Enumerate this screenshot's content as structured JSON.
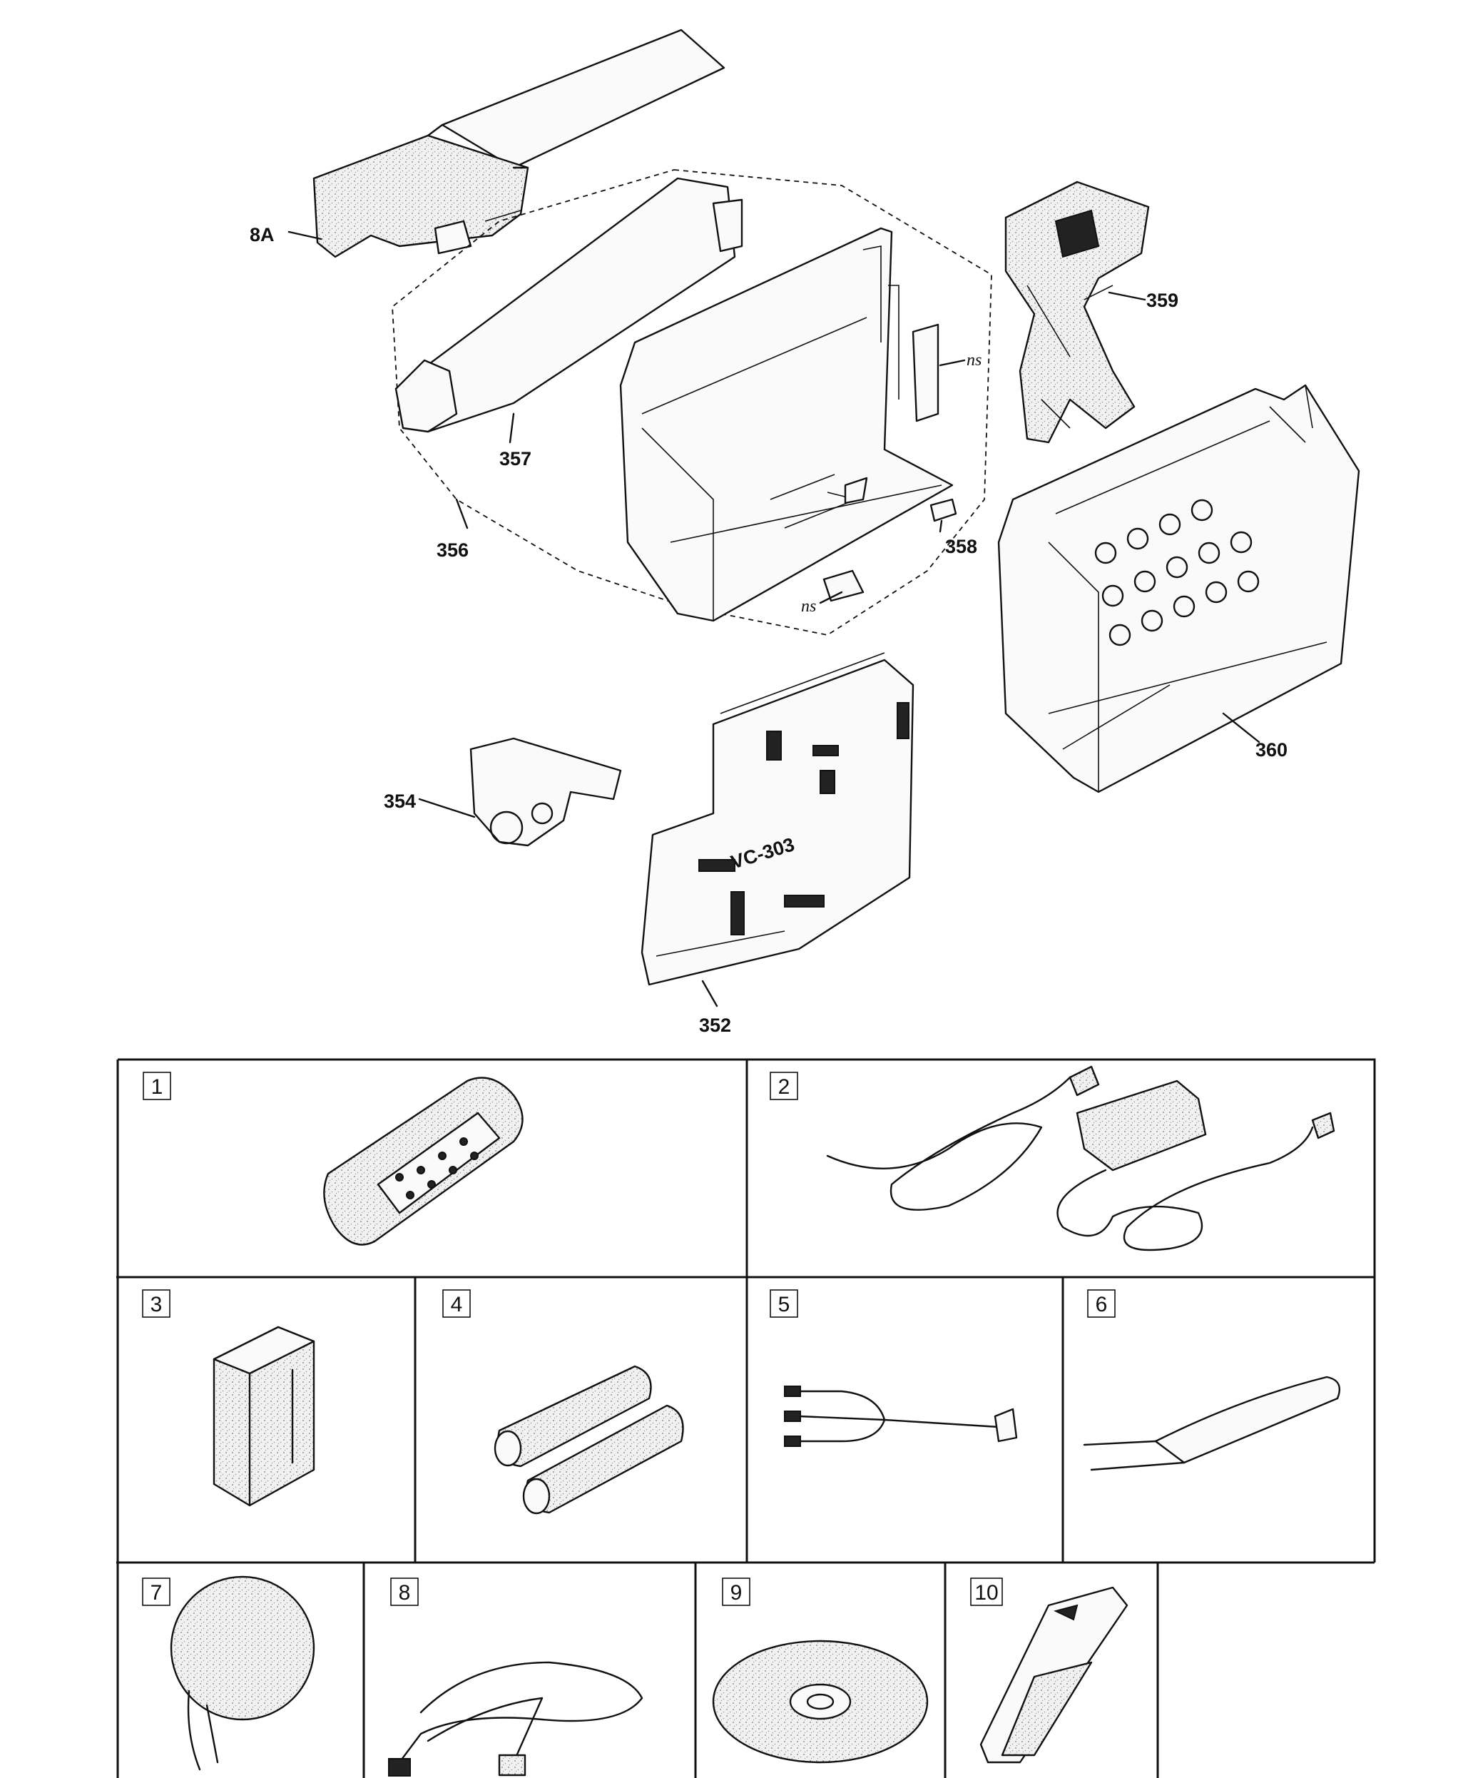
{
  "exploded_view": {
    "callouts": {
      "part_8a": "8A",
      "part_359": "359",
      "part_ns_upper": "ns",
      "part_357": "357",
      "part_356": "356",
      "part_358": "358",
      "part_ns_lower": "ns",
      "part_360": "360",
      "part_354": "354",
      "part_352": "352"
    },
    "board_label": "VC-303"
  },
  "accessories": {
    "items": [
      {
        "number": "1",
        "icon": "remote-control-icon"
      },
      {
        "number": "2",
        "icon": "ac-adaptor-icon"
      },
      {
        "number": "3",
        "icon": "battery-pack-icon"
      },
      {
        "number": "4",
        "icon": "aa-batteries-icon"
      },
      {
        "number": "5",
        "icon": "av-cable-icon"
      },
      {
        "number": "6",
        "icon": "shoulder-strap-icon"
      },
      {
        "number": "7",
        "icon": "lens-cap-icon"
      },
      {
        "number": "8",
        "icon": "usb-cable-icon"
      },
      {
        "number": "9",
        "icon": "cd-rom-icon"
      },
      {
        "number": "10",
        "icon": "memory-stick-icon"
      }
    ]
  }
}
